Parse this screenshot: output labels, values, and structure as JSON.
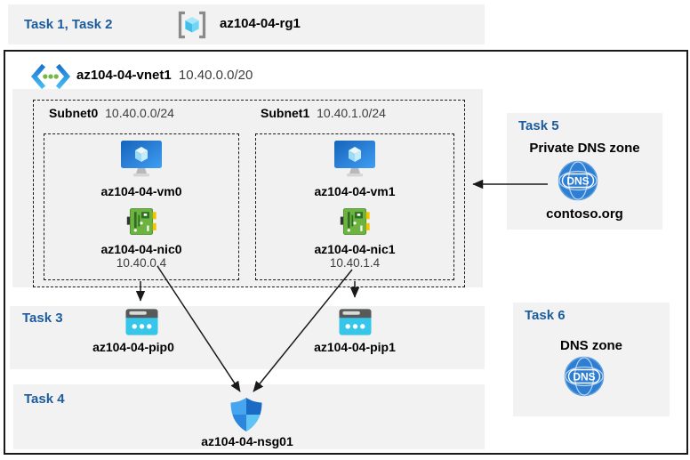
{
  "header": {
    "task_label": "Task 1, Task 2",
    "resource_group_name": "az104-04-rg1"
  },
  "vnet": {
    "name": "az104-04-vnet1",
    "cidr": "10.40.0.0/20"
  },
  "subnets": [
    {
      "name": "Subnet0",
      "cidr": "10.40.0.0/24",
      "vm_name": "az104-04-vm0",
      "nic_name": "az104-04-nic0",
      "nic_ip": "10.40.0.4"
    },
    {
      "name": "Subnet1",
      "cidr": "10.40.1.0/24",
      "vm_name": "az104-04-vm1",
      "nic_name": "az104-04-nic1",
      "nic_ip": "10.40.1.4"
    }
  ],
  "task3": {
    "task_label": "Task 3",
    "pip0_name": "az104-04-pip0",
    "pip1_name": "az104-04-pip1"
  },
  "task4": {
    "task_label": "Task 4",
    "nsg_name": "az104-04-nsg01"
  },
  "task5": {
    "task_label": "Task 5",
    "title": "Private DNS zone",
    "zone_name": "contoso.org",
    "dns_icon_text": "DNS"
  },
  "task6": {
    "task_label": "Task 6",
    "title": "DNS zone",
    "dns_icon_text": "DNS"
  },
  "colors": {
    "task_heading_blue": "#1c5c9d",
    "panel_gray": "#f2f2f2",
    "dns_blue": "#2e7ed3",
    "nic_green": "#6cb33f",
    "pip_cyan": "#35c6e9",
    "vnet_chevron_blue": "#1a74cf",
    "vnet_dot_green": "#76b843"
  }
}
